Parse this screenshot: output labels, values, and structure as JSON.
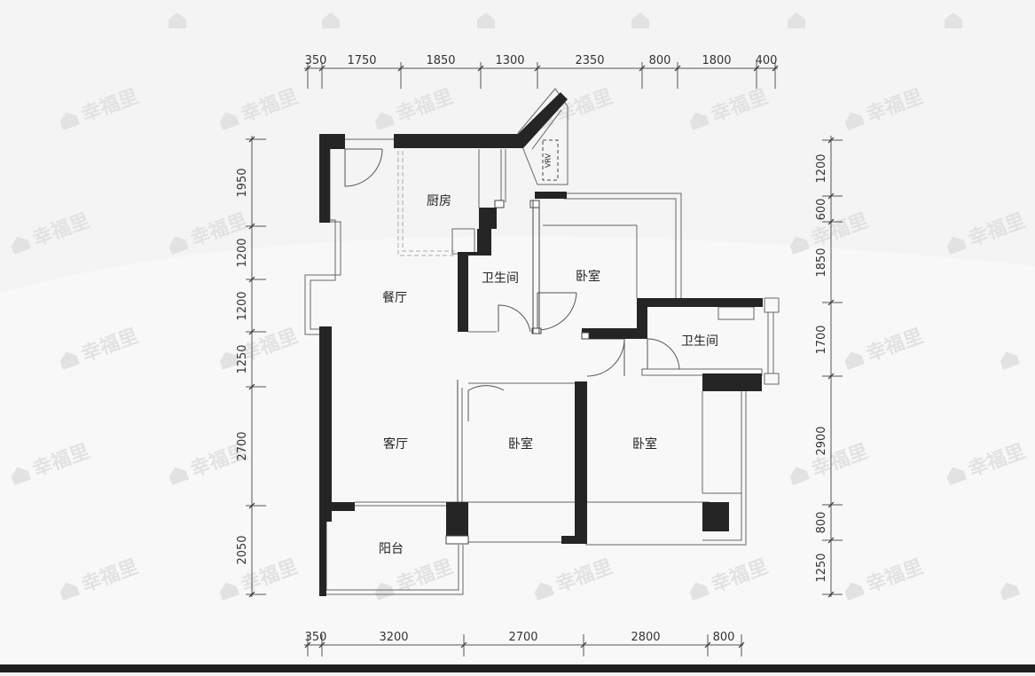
{
  "watermark": {
    "text": "幸福里"
  },
  "rooms": {
    "kitchen": "厨房",
    "dining": "餐厅",
    "bath1": "卫生间",
    "bedroom1": "卧室",
    "bath2": "卫生间",
    "living": "客厅",
    "bedroom2": "卧室",
    "bedroom3": "卧室",
    "balcony": "阳台",
    "vrv": "VRV"
  },
  "dims": {
    "top": [
      "350",
      "1750",
      "1850",
      "1300",
      "2350",
      "800",
      "1800",
      "400"
    ],
    "bottom": [
      "350",
      "3200",
      "2700",
      "2800",
      "800"
    ],
    "left": [
      "1950",
      "1200",
      "1200",
      "1250",
      "2700",
      "2050"
    ],
    "right": [
      "1200",
      "600",
      "1850",
      "1700",
      "2900",
      "800",
      "1250"
    ]
  },
  "colors": {
    "wall": "#252525",
    "line": "#555555",
    "background": "#f4f4f4"
  }
}
